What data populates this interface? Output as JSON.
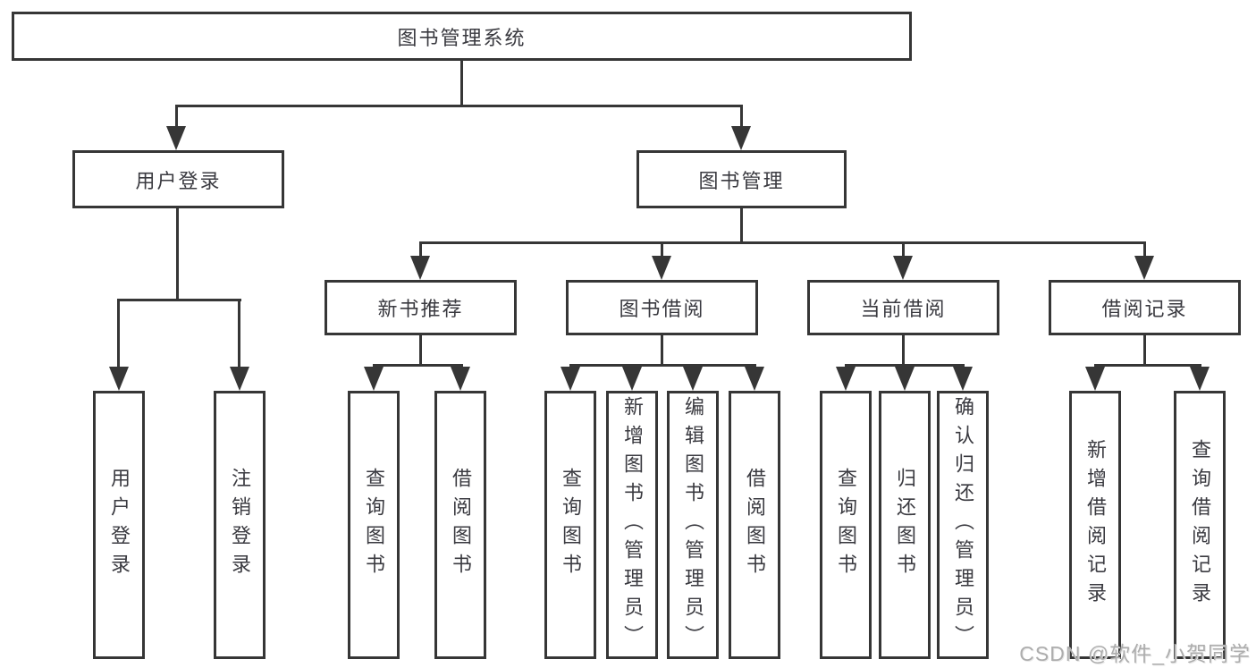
{
  "tree": {
    "label": "图书管理系统",
    "children": [
      {
        "label": "用户登录",
        "children": [
          {
            "label": "用户登录"
          },
          {
            "label": "注销登录"
          }
        ]
      },
      {
        "label": "图书管理",
        "children": [
          {
            "label": "新书推荐",
            "children": [
              {
                "label": "查询图书"
              },
              {
                "label": "借阅图书"
              }
            ]
          },
          {
            "label": "图书借阅",
            "children": [
              {
                "label": "查询图书"
              },
              {
                "label": "新增图书（管理员）"
              },
              {
                "label": "编辑图书（管理员）"
              },
              {
                "label": "借阅图书"
              }
            ]
          },
          {
            "label": "当前借阅",
            "children": [
              {
                "label": "查询图书"
              },
              {
                "label": "归还图书"
              },
              {
                "label": "确认归还（管理员）"
              }
            ]
          },
          {
            "label": "借阅记录",
            "children": [
              {
                "label": "新增借阅记录"
              },
              {
                "label": "查询借阅记录"
              }
            ]
          }
        ]
      }
    ]
  },
  "watermark": "CSDN @软件_小贺同学",
  "colors": {
    "line": "#363636",
    "text": "#3a3a40",
    "watermark": "#adadad",
    "background": "#ffffff"
  }
}
